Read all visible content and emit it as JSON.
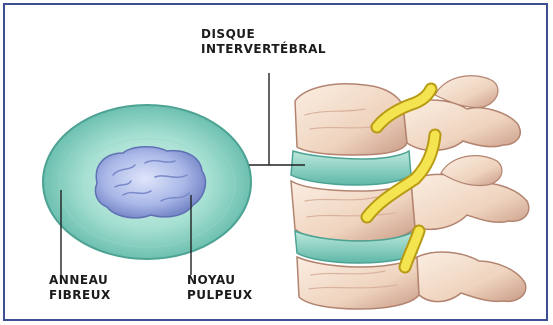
{
  "diagram": {
    "labels": {
      "disque": [
        "DISQUE",
        "INTERVERTÉBRAL"
      ],
      "anneau": [
        "ANNEAU",
        "FIBREUX"
      ],
      "noyau": [
        "NOYAU",
        "PULPEUX"
      ]
    },
    "colors": {
      "frame_border": "#3e4e93",
      "annulus": "#8fd6c6",
      "annulus_dark": "#5bb6a6",
      "nucleus": "#a9b7e6",
      "nucleus_dark": "#6f80c2",
      "bone": "#f3dfcc",
      "bone_shade": "#c99b86",
      "nerve": "#f2df47",
      "nerve_dark": "#c7a616",
      "leader_line": "#222222"
    }
  }
}
